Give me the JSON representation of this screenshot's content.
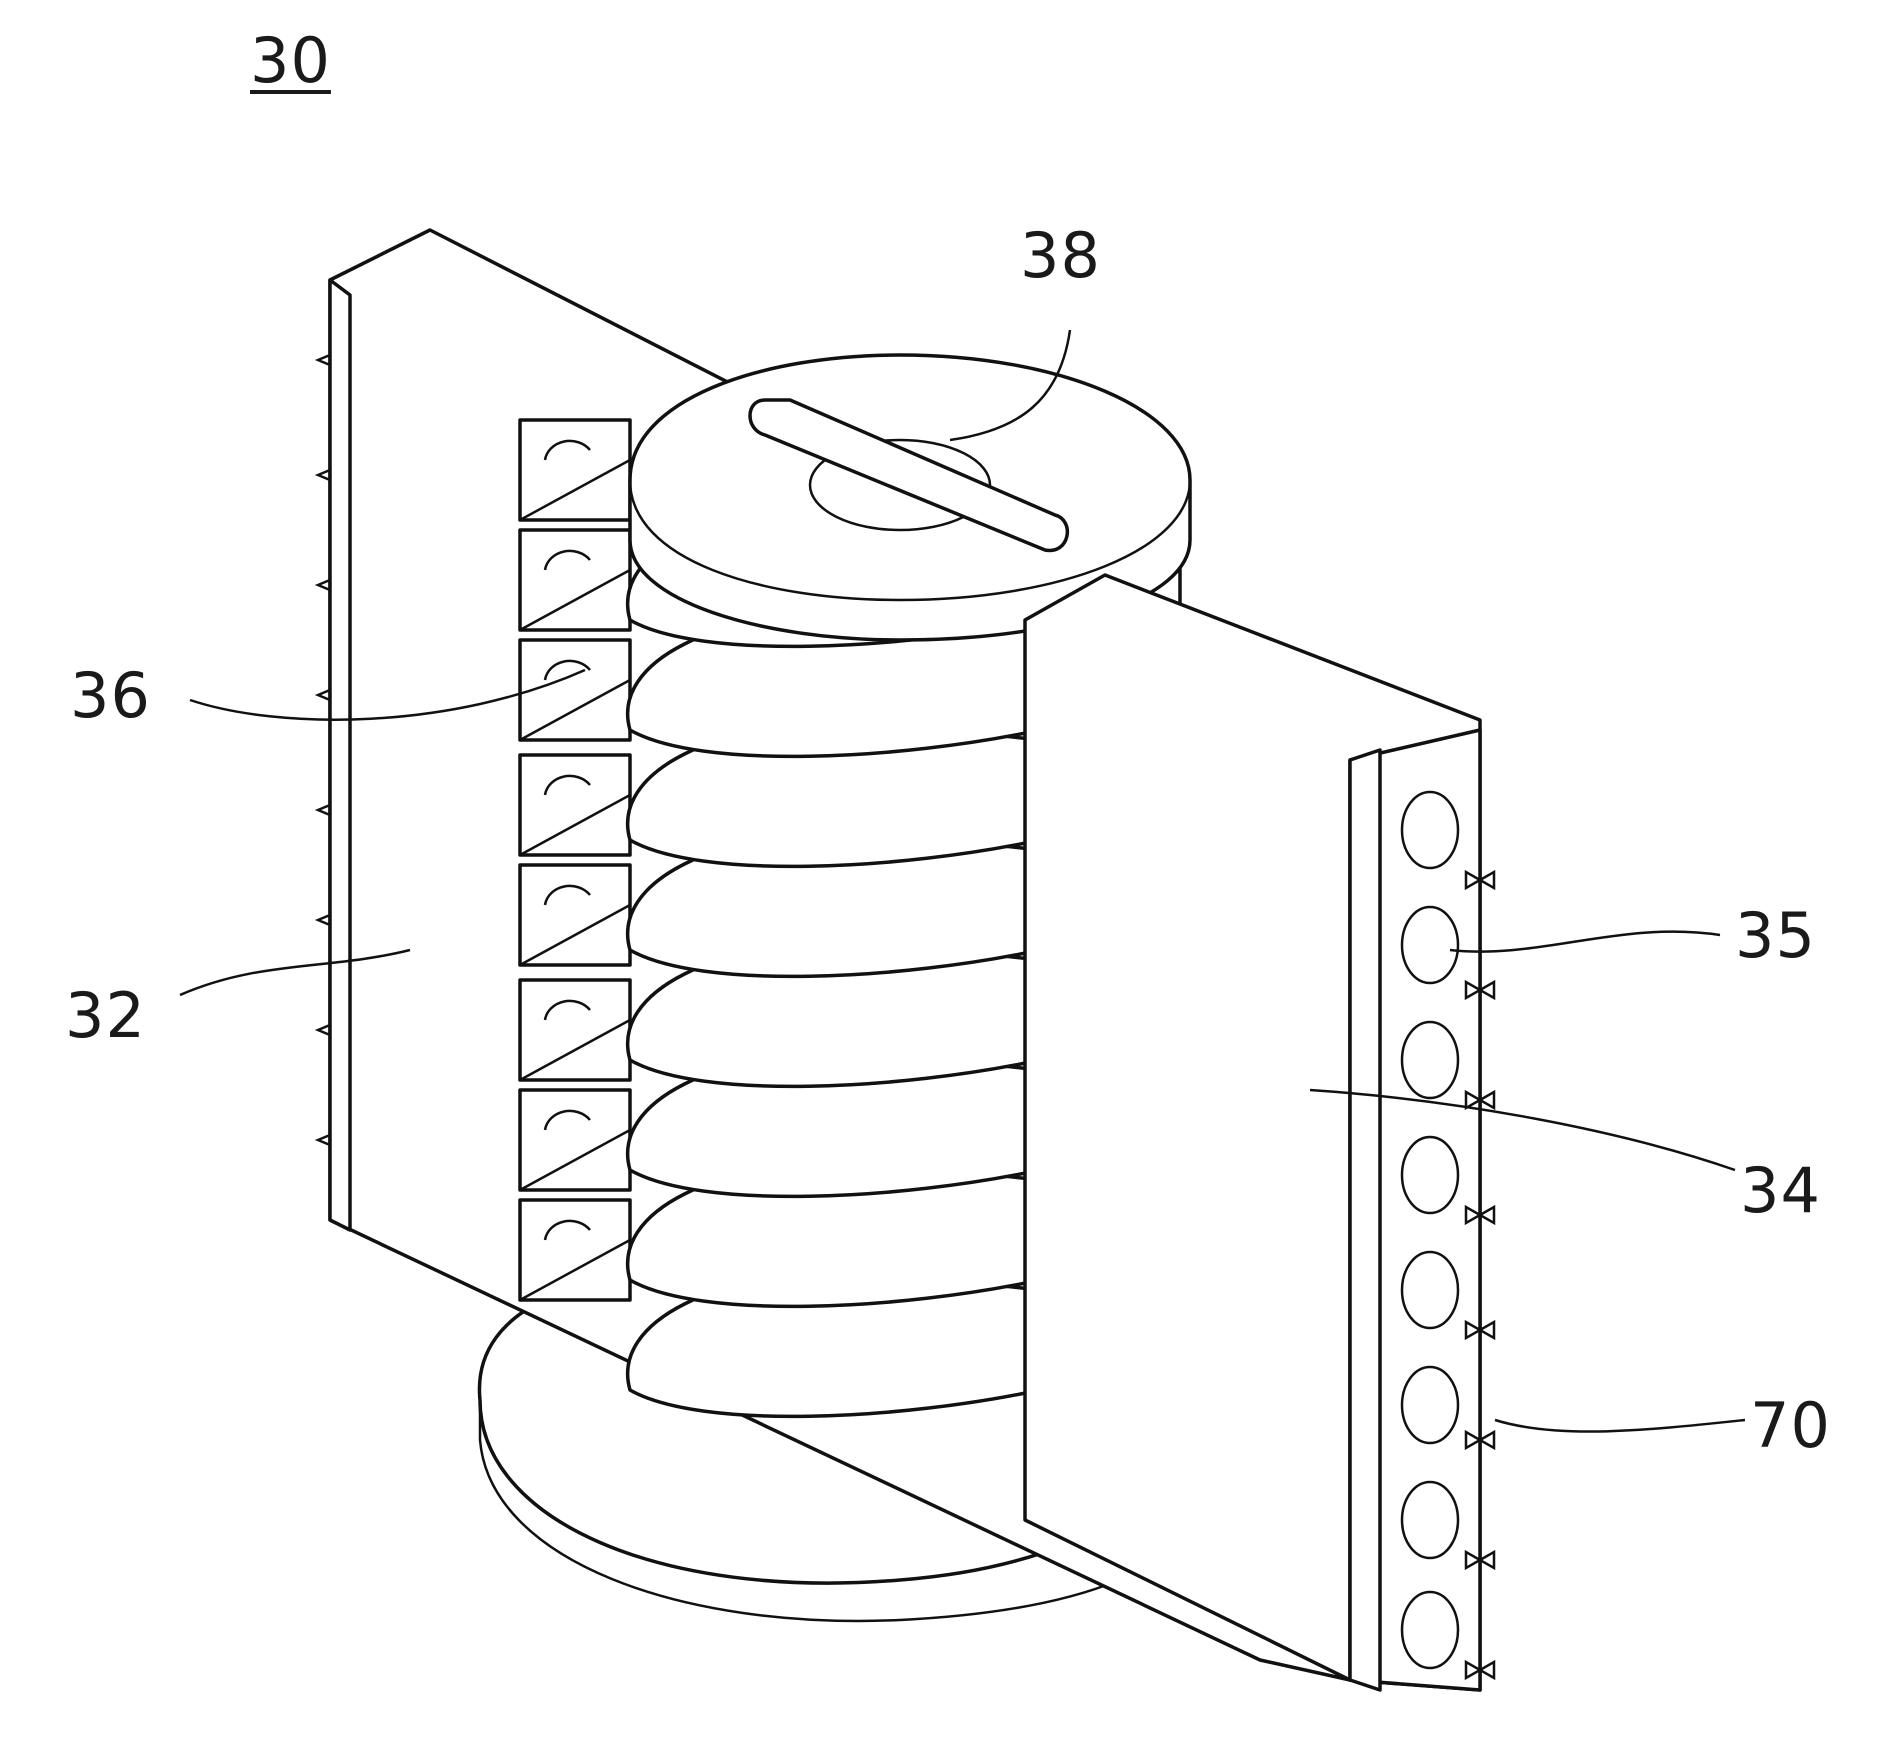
{
  "figure": {
    "number": "30",
    "labels": {
      "rack_top_ref": "38",
      "wafer_ref": "36",
      "left_wall_ref": "32",
      "right_wall_ref": "34",
      "hole_ref": "35",
      "pin_ref": "70"
    }
  }
}
